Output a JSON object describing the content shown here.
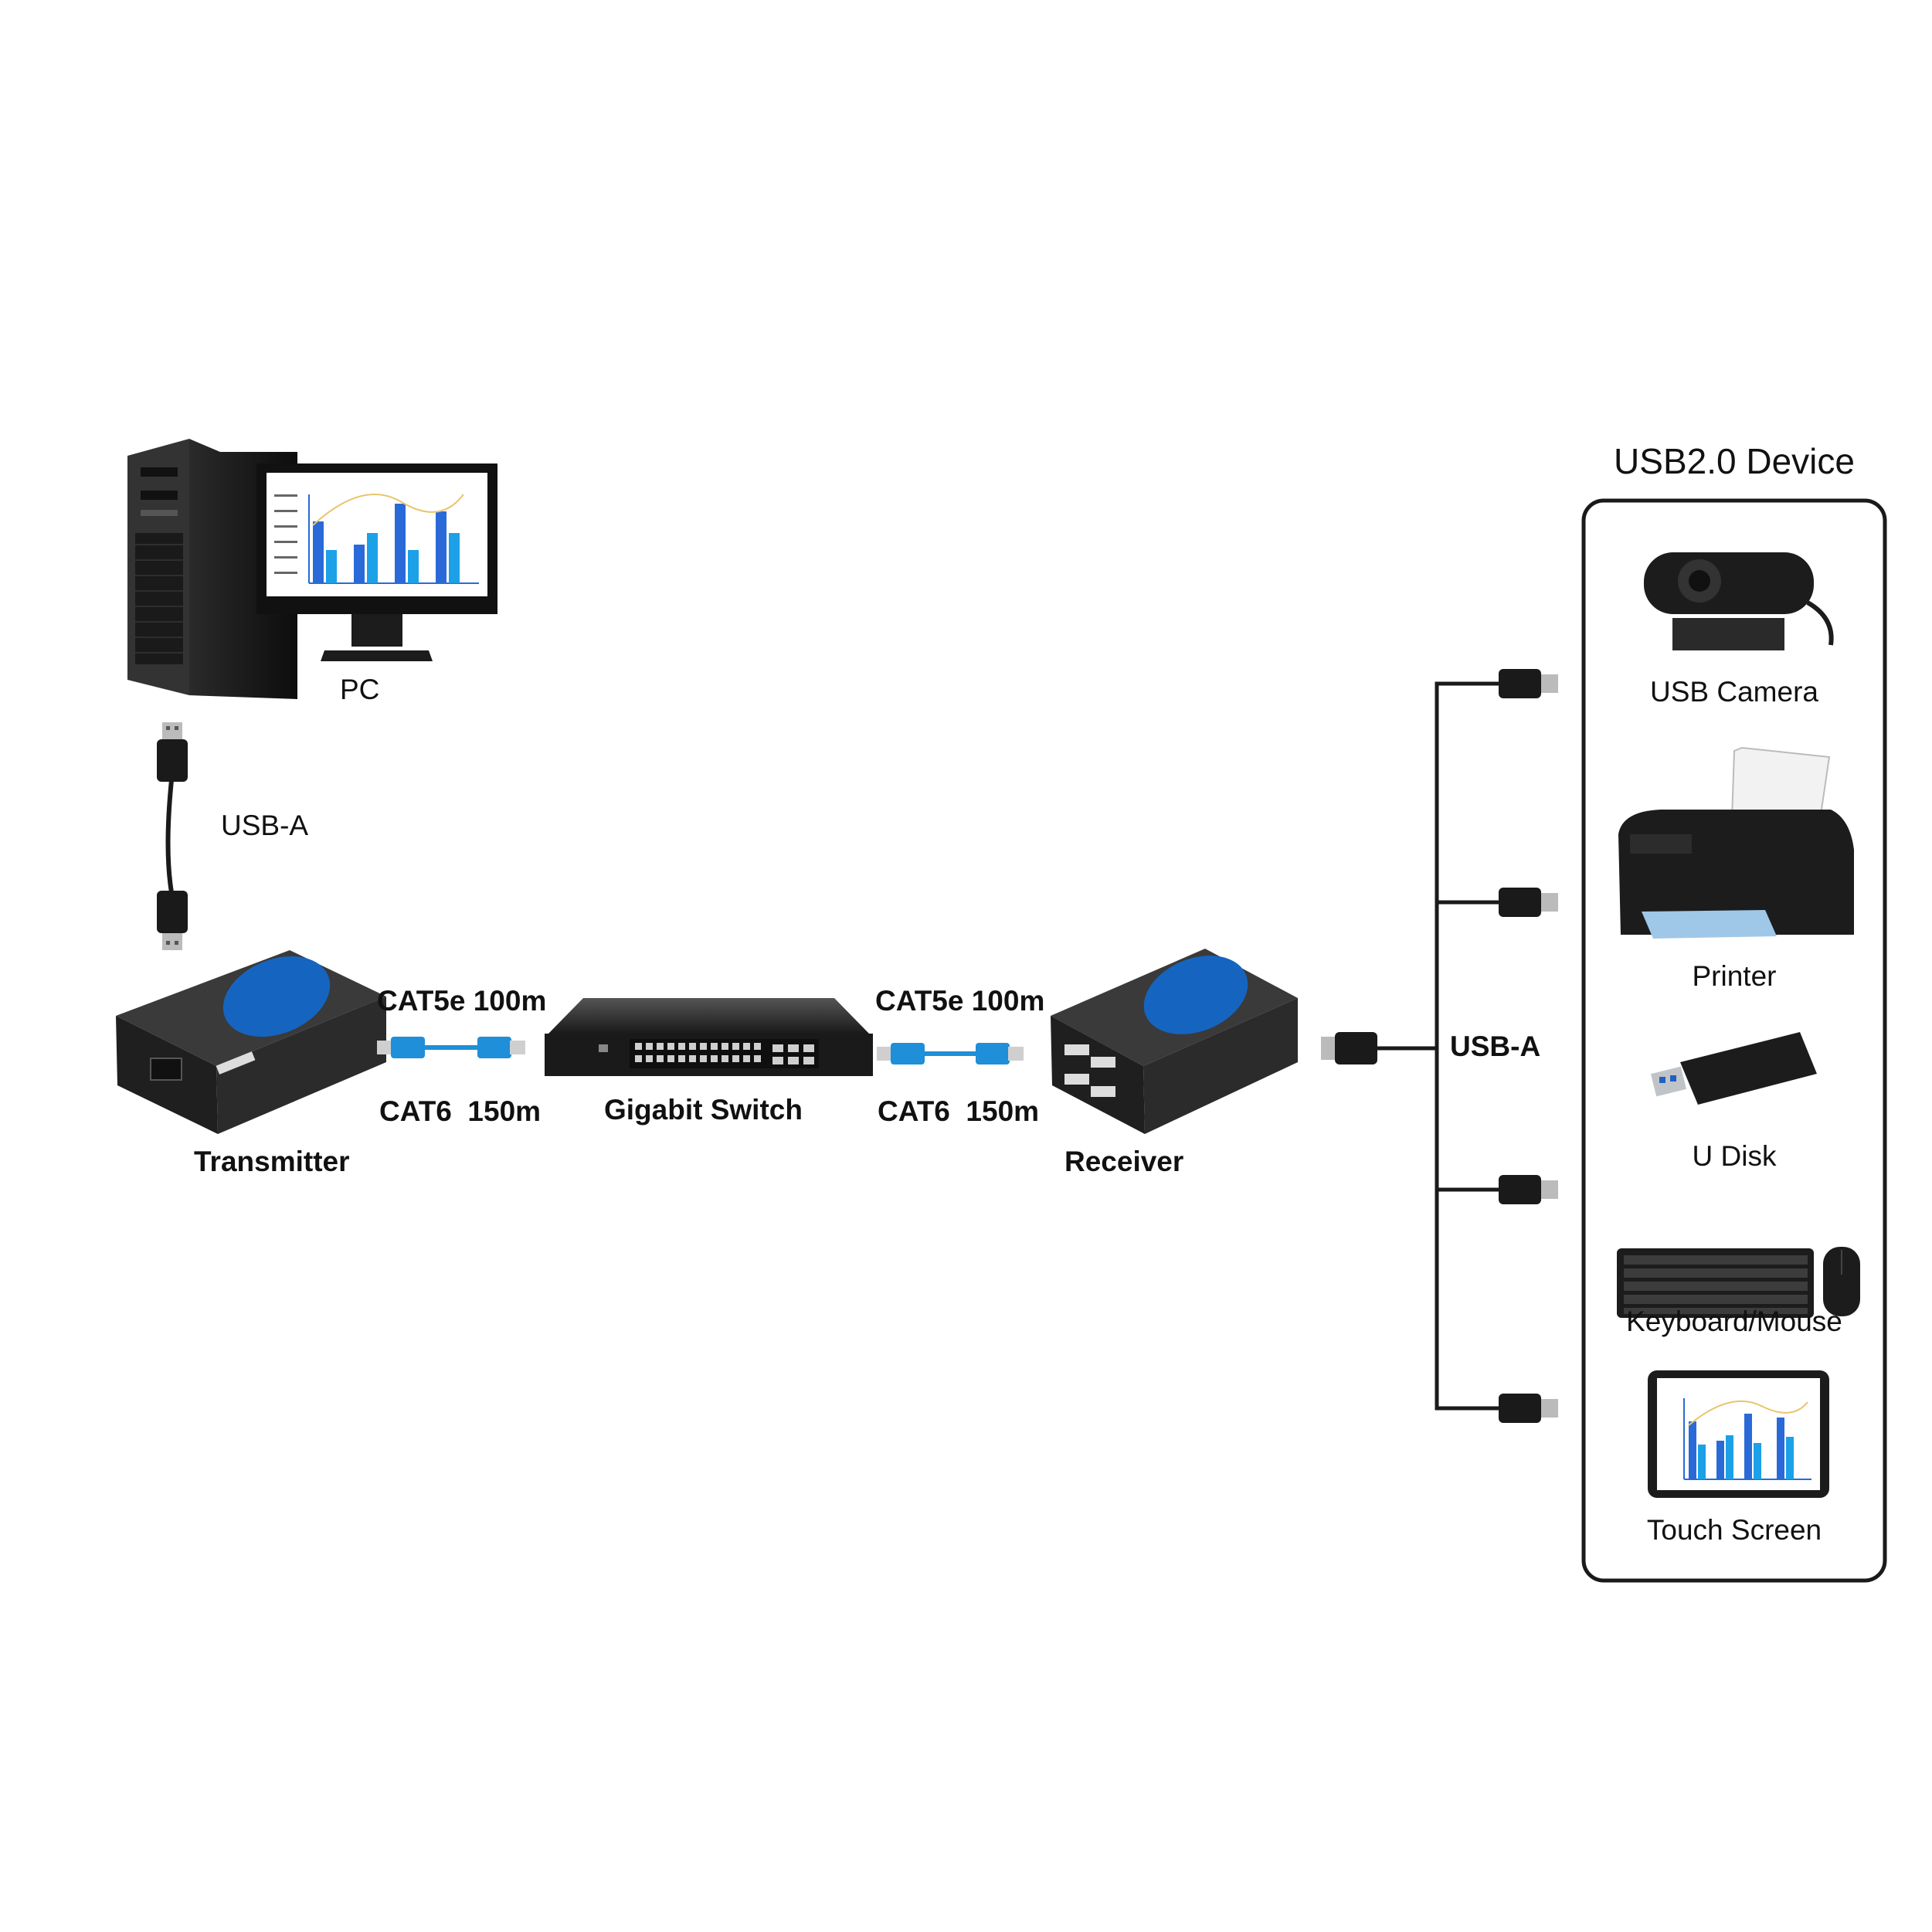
{
  "pc": {
    "label": "PC"
  },
  "usb_link": {
    "label": "USB-A"
  },
  "transmitter": {
    "label": "Transmitter"
  },
  "receiver": {
    "label": "Receiver"
  },
  "switch": {
    "label": "Gigabit Switch"
  },
  "left_cable": {
    "cat5e": "CAT5e 100m",
    "cat6": "CAT6  150m"
  },
  "right_cable": {
    "cat5e": "CAT5e 100m",
    "cat6": "CAT6  150m"
  },
  "hub_link": {
    "label": "USB-A"
  },
  "device_panel": {
    "title": "USB2.0 Device",
    "devices": [
      "USB Camera",
      "Printer",
      "U Disk",
      "Keyboard/Mouse",
      "Touch Screen"
    ]
  },
  "colors": {
    "cable_blue": "#1e8fd8",
    "logo_blue": "#1565c0",
    "device_dark": "#1c1c1c"
  },
  "icons": [
    "pc-tower-icon",
    "monitor-icon",
    "usb-plug-icon",
    "rj45-cable-icon",
    "switch-icon",
    "extender-icon",
    "camera-icon",
    "printer-icon",
    "usb-disk-icon",
    "keyboard-icon",
    "mouse-icon",
    "tablet-icon"
  ]
}
